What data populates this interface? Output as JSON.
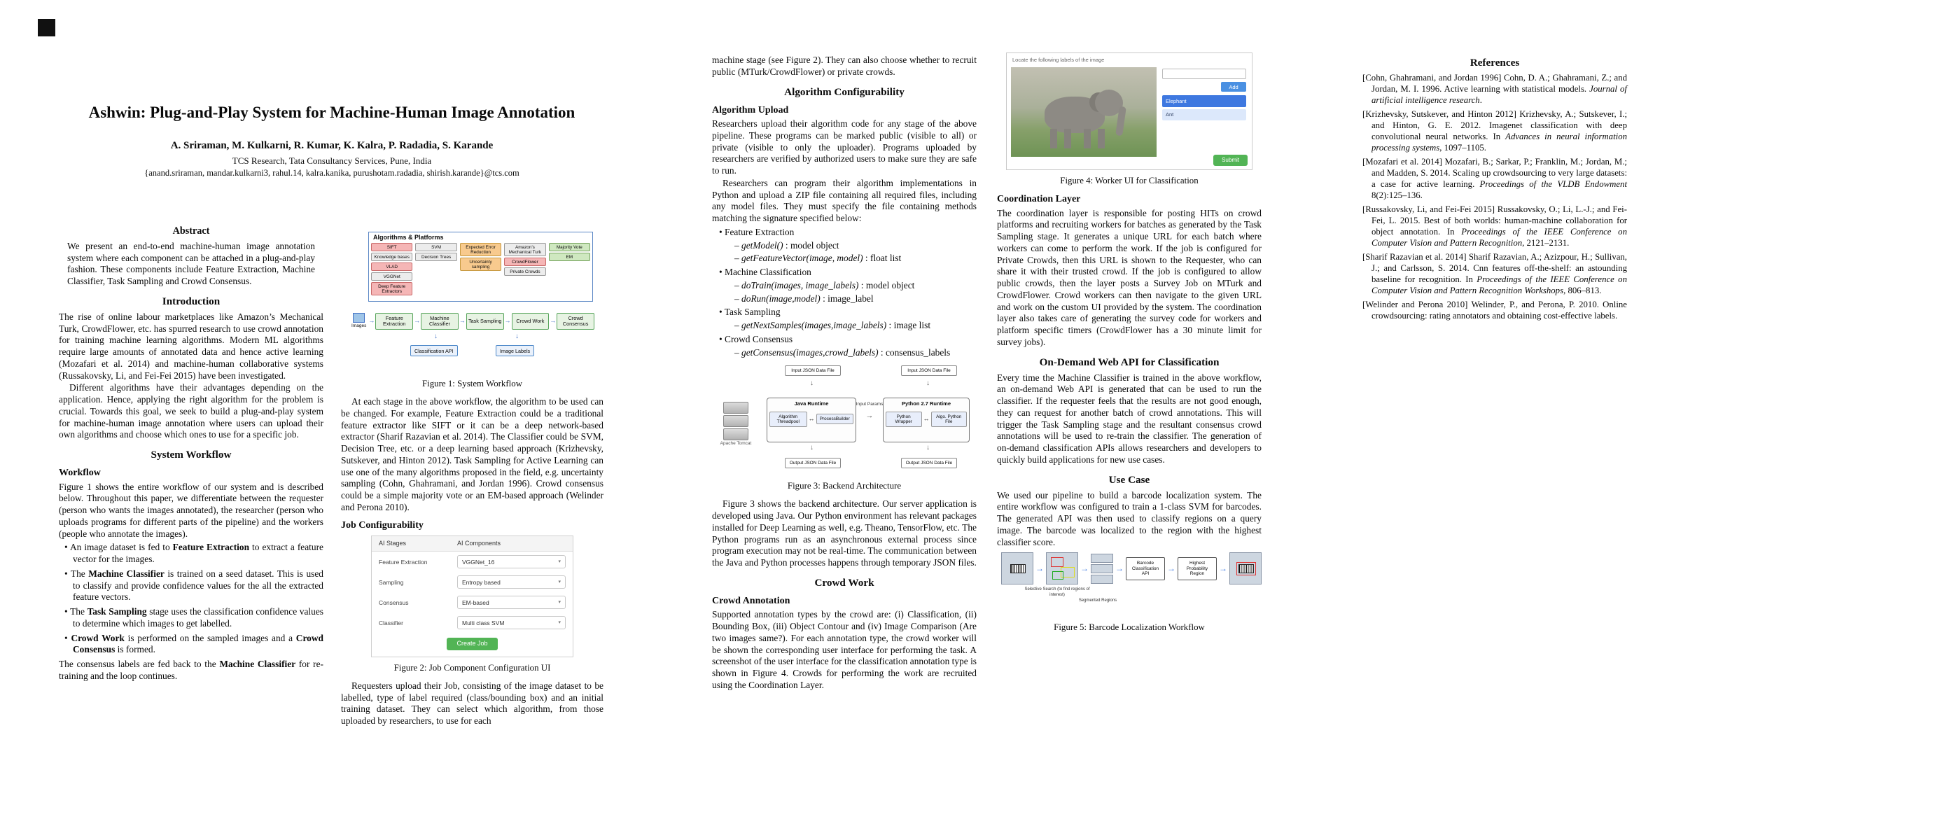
{
  "icons": {
    "caret_down": "▾",
    "arrow_right": "→",
    "arrow_both": "↔",
    "arrow_down": "↓"
  },
  "meta": {
    "title": "Ashwin: Plug-and-Play System for Machine-Human Image Annotation",
    "authors": "A. Sriraman, M. Kulkarni, R. Kumar, K. Kalra, P. Radadia, S. Karande",
    "affiliation": "TCS Research, Tata Consultancy Services, Pune, India",
    "emails": "{anand.sriraman, mandar.kulkarni3, rahul.14, kalra.kanika, purushotam.radadia, shirish.karande}@tcs.com"
  },
  "col1": {
    "abstract_heading": "Abstract",
    "abstract": "We present an end-to-end machine-human image annotation system where each component can be attached in a plug-and-play fashion. These components include Feature Extraction, Machine Classifier, Task Sampling and Crowd Consensus.",
    "intro_heading": "Introduction",
    "intro_p1": "The rise of online labour marketplaces like Amazon’s Mechanical Turk, CrowdFlower, etc. has spurred research to use crowd annotation for training machine learning algorithms. Modern ML algorithms require large amounts of annotated data and hence active learning (Mozafari et al. 2014) and machine-human collaborative systems (Russakovsky, Li, and Fei-Fei 2015) have been investigated.",
    "intro_p2": "Different algorithms have their advantages depending on the application. Hence, applying the right algorithm for the problem is crucial. Towards this goal, we seek to build a plug-and-play system for machine-human image annotation where users can upload their own algorithms and choose which ones to use for a specific job.",
    "system_workflow_heading": "System Workflow",
    "workflow_heading": "Workflow",
    "workflow_p1": "Figure 1 shows the entire workflow of our system and is described below. Throughout this paper, we differentiate between the requester (person who wants the images annotated), the researcher (person who uploads programs for different parts of the pipeline) and the workers (people who annotate the images).",
    "bullets": [
      [
        {
          "t": "• An image dataset is fed to "
        },
        {
          "t": "Feature Extraction",
          "s": "b"
        },
        {
          "t": " to extract a feature vector for the images."
        }
      ],
      [
        {
          "t": "• The "
        },
        {
          "t": "Machine Classifier",
          "s": "b"
        },
        {
          "t": " is trained on a seed dataset. This is used to classify and provide confidence values for the all the extracted feature vectors."
        }
      ],
      [
        {
          "t": "• The "
        },
        {
          "t": "Task Sampling",
          "s": "b"
        },
        {
          "t": " stage uses the classification confidence values to determine which images to get labelled."
        }
      ],
      [
        {
          "t": "• "
        },
        {
          "t": "Crowd Work",
          "s": "b"
        },
        {
          "t": " is performed on the sampled images and a "
        },
        {
          "t": "Crowd Consensus",
          "s": "b"
        },
        {
          "t": " is formed."
        }
      ]
    ],
    "workflow_p2": [
      {
        "t": "The consensus labels are fed back to the "
      },
      {
        "t": "Machine Classifier",
        "s": "b"
      },
      {
        "t": " for re-training and the loop continues."
      }
    ]
  },
  "col2": {
    "fig1": {
      "platforms_title": "Algorithms & Platforms",
      "g1": [
        "SIFT",
        "Knowledge bases",
        "VLAD",
        "VGGNet",
        "Deep Feature Extractors"
      ],
      "g2": [
        "SVM",
        "Decision Trees"
      ],
      "g3": [
        "Expected Error Reduction",
        "Uncertainty sampling"
      ],
      "g4": [
        "Amazon’s Mechanical Turk",
        "CrowdFlower",
        "Private Crowds"
      ],
      "g5": [
        "Majority Vote",
        "EM"
      ],
      "images_label": "Images",
      "flow": [
        "Feature Extraction",
        "Machine Classifier",
        "Task Sampling",
        "Crowd Work",
        "Crowd Consensus"
      ],
      "outputs": [
        "Classification API",
        "Image Labels"
      ],
      "caption": "Figure 1: System Workflow"
    },
    "p1": "At each stage in the above workflow, the algorithm to be used can be changed. For example, Feature Extraction could be a traditional feature extractor like SIFT or it can be a deep network-based extractor (Sharif Razavian et al. 2014). The Classifier could be SVM, Decision Tree, etc. or a deep learning based approach (Krizhevsky, Sutskever, and Hinton 2012). Task Sampling for Active Learning can use one of the many algorithms proposed in the field, e.g. uncertainty sampling (Cohn, Ghahramani, and Jordan 1996). Crowd consensus could be a simple majority vote or an EM-based approach (Welinder and Perona 2010).",
    "job_heading": "Job Configurability",
    "fig2": {
      "col_stages": "AI Stages",
      "col_components": "AI Components",
      "rows": [
        {
          "stage": "Feature Extraction",
          "value": "VGGNet_16"
        },
        {
          "stage": "Sampling",
          "value": "Entropy based"
        },
        {
          "stage": "Consensus",
          "value": "EM-based"
        },
        {
          "stage": "Classifier",
          "value": "Multi class SVM"
        }
      ],
      "button": "Create Job",
      "caption": "Figure 2: Job Component Configuration UI"
    },
    "p2": "Requesters upload their Job, consisting of the image dataset to be labelled, type of label required (class/bounding box) and an initial training dataset. They can select which algorithm, from those uploaded by researchers, to use for each"
  },
  "col3": {
    "p0": "machine stage (see Figure 2). They can also choose whether to recruit public (MTurk/CrowdFlower) or private crowds.",
    "algoconf_heading": "Algorithm Configurability",
    "upload_heading": "Algorithm Upload",
    "p1": "Researchers upload their algorithm code for any stage of the above pipeline. These programs can be marked public (visible to all) or private (visible to only the uploader). Programs uploaded by researchers are verified by authorized users to make sure they are safe to run.",
    "p2": "Researchers can program their algorithm implementations in Python and upload a ZIP file containing all required files, including any model files. They must specify the file containing methods matching the signature specified below:",
    "api": [
      {
        "head": "• Feature Extraction",
        "items": [
          [
            {
              "t": "– "
            },
            {
              "t": "getModel()",
              "s": "i"
            },
            {
              "t": " : model object"
            }
          ],
          [
            {
              "t": "– "
            },
            {
              "t": "getFeatureVector(image, model)",
              "s": "i"
            },
            {
              "t": " : float list"
            }
          ]
        ]
      },
      {
        "head": "• Machine Classification",
        "items": [
          [
            {
              "t": "– "
            },
            {
              "t": "doTrain(images, image_labels)",
              "s": "i"
            },
            {
              "t": " : model object"
            }
          ],
          [
            {
              "t": "– "
            },
            {
              "t": "doRun(image,model)",
              "s": "i"
            },
            {
              "t": " : image_label"
            }
          ]
        ]
      },
      {
        "head": "• Task Sampling",
        "items": [
          [
            {
              "t": "– "
            },
            {
              "t": "getNextSamples(images,image_labels)",
              "s": "i"
            },
            {
              "t": " : image list"
            }
          ]
        ]
      },
      {
        "head": "• Crowd Consensus",
        "items": [
          [
            {
              "t": "– "
            },
            {
              "t": "getConsensus(images,crowd_labels)",
              "s": "i"
            },
            {
              "t": " : consensus_labels"
            }
          ]
        ]
      }
    ],
    "fig3": {
      "java_title": "Java Runtime",
      "python_title": "Python 2.7 Runtime",
      "java_inner": [
        "Algorithm Threadpool",
        "ProcessBuilder"
      ],
      "python_inner": [
        "Python Wrapper",
        "Algo. Python File"
      ],
      "input_params": "Input Params",
      "input_file_left": "Input JSON Data File",
      "input_file_right": "Input JSON Data File",
      "output_file_left": "Output JSON Data File",
      "output_file_right": "Output JSON Data File",
      "tomcat": "Apache Tomcat",
      "caption": "Figure 3: Backend Architecture"
    },
    "p3": "Figure 3 shows the backend architecture. Our server application is developed using Java. Our Python environment has relevant packages installed for Deep Learning as well, e.g. Theano, TensorFlow, etc. The Python programs run as an asynchronous external process since program execution may not be real-time. The communication between the Java and Python processes happens through temporary JSON files.",
    "crowdwork_heading": "Crowd Work",
    "annotation_heading": "Crowd Annotation",
    "p4": "Supported annotation types by the crowd are: (i) Classification, (ii) Bounding Box, (iii) Object Contour and (iv) Image Comparison (Are two images same?). For each annotation type, the crowd worker will be shown the corresponding user interface for performing the task. A screenshot of the user interface for the classification annotation type is shown in Figure 4. Crowds for performing the work are recruited using the Coordination Layer."
  },
  "col4": {
    "fig4": {
      "instruction": "Locate the following labels of the image",
      "input_value": "",
      "add_button": "Add",
      "selected_item": "Elephant",
      "item": "Ant",
      "submit": "Submit",
      "caption": "Figure 4: Worker UI for Classification"
    },
    "coord_heading": "Coordination Layer",
    "p1": "The coordination layer is responsible for posting HITs on crowd platforms and recruiting workers for batches as generated by the Task Sampling stage. It generates a unique URL for each batch where workers can come to perform the work. If the job is configured for Private Crowds, then this URL is shown to the Requester, who can share it with their trusted crowd. If the job is configured to allow public crowds, then the layer posts a Survey Job on MTurk and CrowdFlower. Crowd workers can then navigate to the given URL and work on the custom UI provided by the system. The coordination layer also takes care of generating the survey code for workers and platform specific timers (CrowdFlower has a 30 minute limit for survey jobs).",
    "api_heading": "On-Demand Web API for Classification",
    "p2": "Every time the Machine Classifier is trained in the above workflow, an on-demand Web API is generated that can be used to run the classifier. If the requester feels that the results are not good enough, they can request for another batch of crowd annotations. This will trigger the Task Sampling stage and the resultant consensus crowd annotations will be used to re-train the classifier. The generation of on-demand classification APIs allows researchers and developers to quickly build applications for new use cases.",
    "usecase_heading": "Use Case",
    "p3": "We used our pipeline to build a barcode localization system. The entire workflow was configured to train a 1-class SVM for barcodes. The generated API was then used to classify regions on a query image. The barcode was localized to the region with the highest classifier score.",
    "fig5": {
      "selective_search": "Selective Search (to find regions of interest)",
      "segmented": "Segmented Regions",
      "api_box": "Barcode Classification API",
      "region_box": "Highest Probability Region",
      "caption": "Figure 5: Barcode Localization Workflow"
    }
  },
  "refs": {
    "heading": "References",
    "items": [
      [
        {
          "t": "[Cohn, Ghahramani, and Jordan 1996] Cohn, D. A.; Ghahramani, Z.; and Jordan, M. I. 1996. Active learning with statistical models. "
        },
        {
          "t": "Journal of artificial intelligence research",
          "s": "i"
        },
        {
          "t": "."
        }
      ],
      [
        {
          "t": "[Krizhevsky, Sutskever, and Hinton 2012] Krizhevsky, A.; Sutskever, I.; and Hinton, G. E. 2012. Imagenet classification with deep convolutional neural networks. In "
        },
        {
          "t": "Advances in neural information processing systems",
          "s": "i"
        },
        {
          "t": ", 1097–1105."
        }
      ],
      [
        {
          "t": "[Mozafari et al. 2014] Mozafari, B.; Sarkar, P.; Franklin, M.; Jordan, M.; and Madden, S. 2014. Scaling up crowdsourcing to very large datasets: a case for active learning. "
        },
        {
          "t": "Proceedings of the VLDB Endowment",
          "s": "i"
        },
        {
          "t": " 8(2):125–136."
        }
      ],
      [
        {
          "t": "[Russakovsky, Li, and Fei-Fei 2015] Russakovsky, O.; Li, L.-J.; and Fei-Fei, L. 2015. Best of both worlds: human-machine collaboration for object annotation. In "
        },
        {
          "t": "Proceedings of the IEEE Conference on Computer Vision and Pattern Recognition",
          "s": "i"
        },
        {
          "t": ", 2121–2131."
        }
      ],
      [
        {
          "t": "[Sharif Razavian et al. 2014] Sharif Razavian, A.; Azizpour, H.; Sullivan, J.; and Carlsson, S. 2014. Cnn features off-the-shelf: an astounding baseline for recognition. In "
        },
        {
          "t": "Proceedings of the IEEE Conference on Computer Vision and Pattern Recognition Workshops",
          "s": "i"
        },
        {
          "t": ", 806–813."
        }
      ],
      [
        {
          "t": "[Welinder and Perona 2010] Welinder, P., and Perona, P. 2010. Online crowdsourcing: rating annotators and obtaining cost-effective labels."
        }
      ]
    ]
  }
}
